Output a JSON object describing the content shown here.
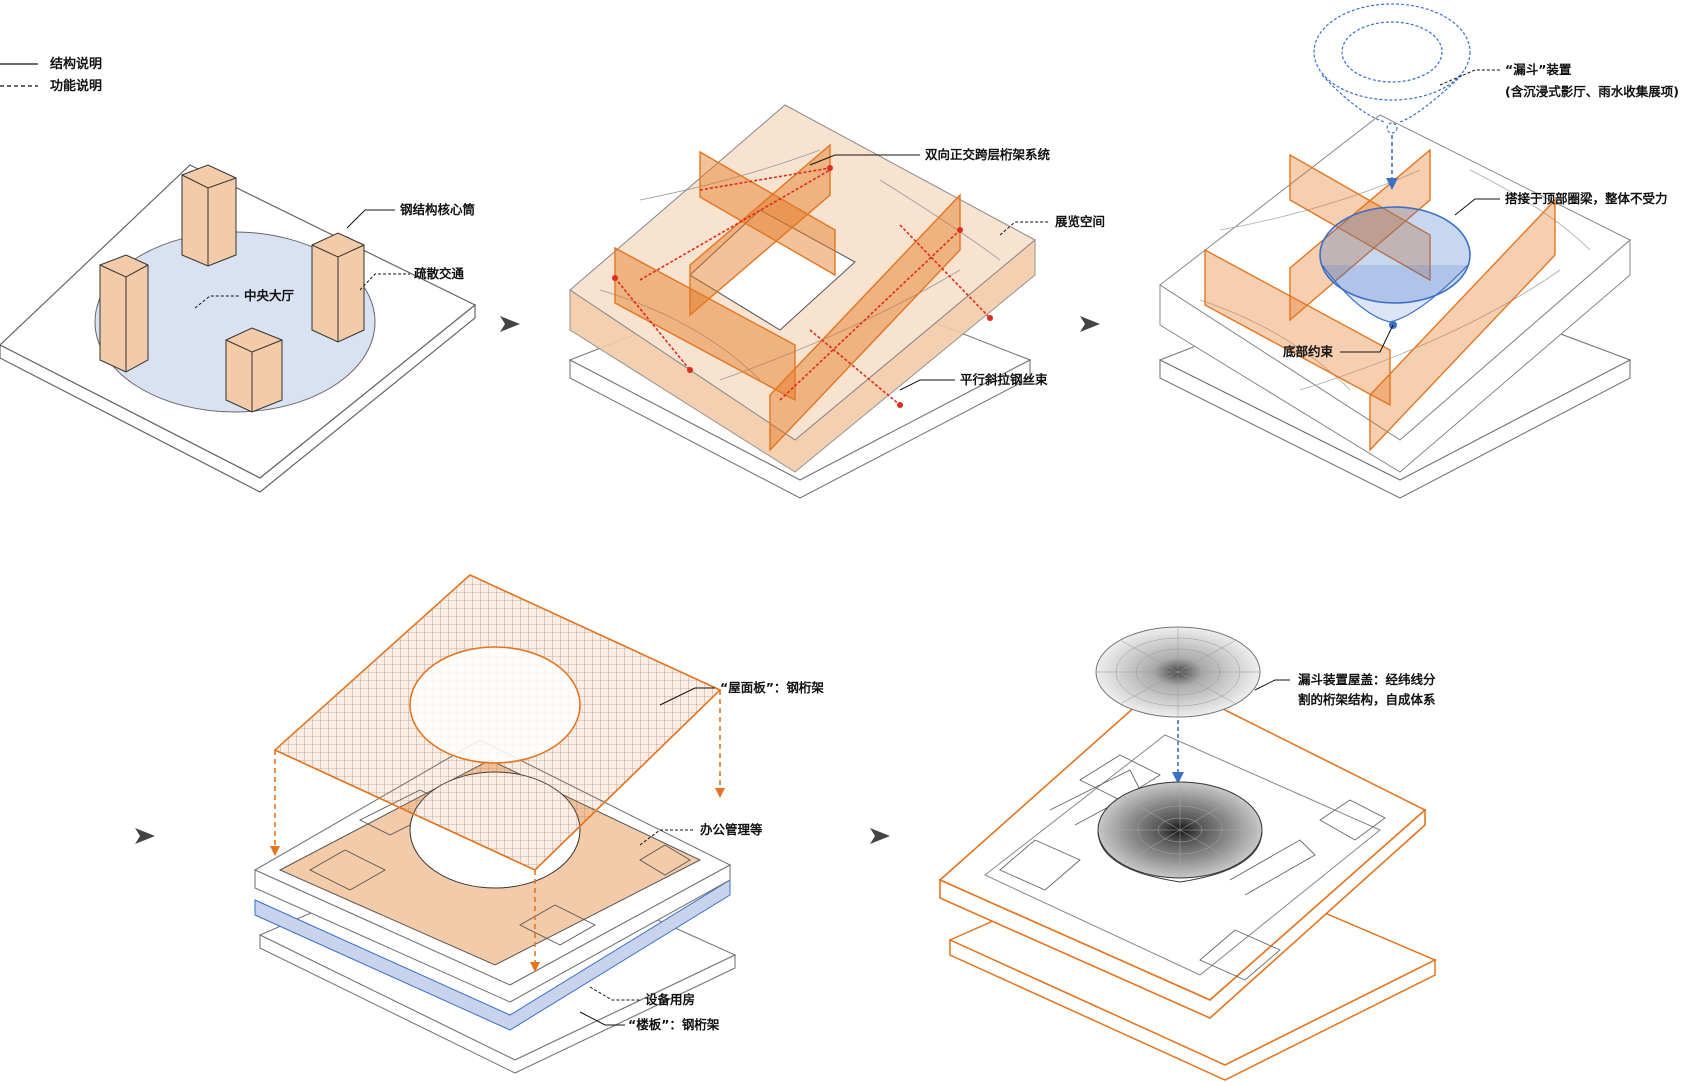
{
  "legend": {
    "structure": "结构说明",
    "function": "功能说明"
  },
  "colors": {
    "orange": "#e4751f",
    "peach": "#f3cba8",
    "peach_light": "#f8e3d1",
    "blue": "#3b6fc8",
    "blue_fill": "#d9e2f3",
    "line": "#6b6b6b",
    "red": "#e02b1e"
  },
  "step1": {
    "core": "钢结构核心筒",
    "evac": "疏散交通",
    "hall": "中央大厅"
  },
  "step2": {
    "truss": "双向正交跨层桁架系统",
    "exhibit": "展览空间",
    "cable": "平行斜拉钢丝束"
  },
  "step3": {
    "funnel_line1": "“漏斗”装置",
    "funnel_line2": "(含沉浸式影厅、雨水收集展项)",
    "ring": "搭接于顶部圈梁，整体不受力",
    "bottom": "底部约束"
  },
  "step4": {
    "roof": "“屋面板”：钢桁架",
    "office": "办公管理等",
    "equip": "设备用房",
    "floor": "“楼板”：钢桁架"
  },
  "step5": {
    "cap_line1": "漏斗装置屋盖：经纬线分",
    "cap_line2": "割的桁架结构，自成体系"
  },
  "arrows": [
    "arrow-1",
    "arrow-2",
    "arrow-3",
    "arrow-4"
  ]
}
